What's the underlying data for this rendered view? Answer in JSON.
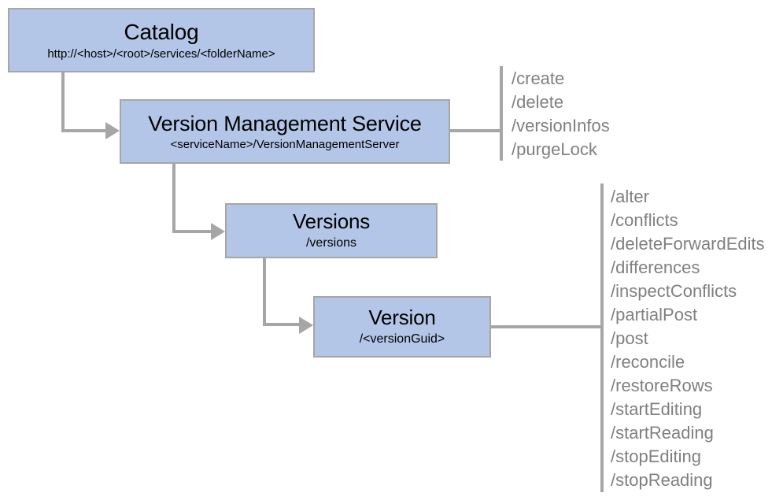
{
  "diagram": {
    "nodes": [
      {
        "id": "catalog",
        "title": "Catalog",
        "subtitle": "http://<host>/<root>/services/<folderName>"
      },
      {
        "id": "version-management-service",
        "title": "Version Management Service",
        "subtitle": "<serviceName>/VersionManagementServer"
      },
      {
        "id": "versions",
        "title": "Versions",
        "subtitle": "/versions"
      },
      {
        "id": "version",
        "title": "Version",
        "subtitle": "/<versionGuid>"
      }
    ],
    "service_operations": [
      "/create",
      "/delete",
      "/versionInfos",
      "/purgeLock"
    ],
    "version_operations": [
      "/alter",
      "/conflicts",
      "/deleteForwardEdits",
      "/differences",
      "/inspectConflicts",
      "/partialPost",
      "/post",
      "/reconcile",
      "/restoreRows",
      "/startEditing",
      "/startReading",
      "/stopEditing",
      "/stopReading"
    ],
    "colors": {
      "node_fill": "#b3c6e7",
      "node_border": "#a6a6a6",
      "connector": "#a6a6a6",
      "operation_text": "#808080",
      "node_text": "#000000",
      "background": "#ffffff"
    }
  }
}
